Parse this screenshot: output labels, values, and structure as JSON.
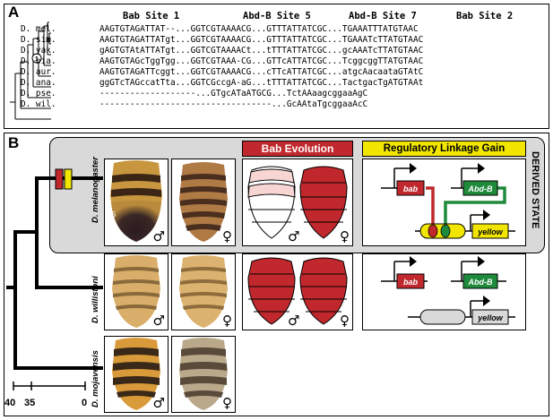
{
  "panelA": {
    "label": "A",
    "headers": [
      "Bab Site 1",
      "Abd-B Site 5",
      "Abd-B Site 7",
      "Bab Site 2"
    ],
    "node_label": "1",
    "species": [
      "D. mel.",
      "D. sim.",
      "D. yak.",
      "D. bia.",
      "D. aur.",
      "D. ana.",
      "D. pse.",
      "D. wil."
    ],
    "sequences": [
      "AAGTGTAGATTAT--...GGTCGTAAAACG...GTTTATTATCGC...TGAAATTTATGTAAC",
      "AAGTGTAGATTATgt...GGTCGTAAAACG...GTTTATTATCGC...TGAAATcTTATGTAAC",
      "gAGTGTAtATTATgt...GGTCGTAAAACt...tTTTATTATCGC...gcAAATcTTATGTAAC",
      "AAGTGTAGcTggTgg...GGTCGTAAA-CG...GTTcATTATCGC...TcggcggTTATGTAAC",
      "AAGTGTAGATTcggt...GGTCGTAAAACG...cTTcATTATCGC...atgcAacaataGTAtC",
      "ggGTcTAGccatTta...GGTCGccgA-aG...tTTTATTATCGC...TactgacTgATGTAAt",
      "-------------------...GTgcATaATGCG...TctAAaagcggaaAgC",
      "----------------------------------...GcAAtaTgcggaaAcC"
    ]
  },
  "panelB": {
    "label": "B",
    "species": [
      "D. melanogaster",
      "D. willistoni",
      "D. mojavensis"
    ],
    "segment_labels": [
      "A5",
      "A6"
    ],
    "bab_evolution_title": "Bab Evolution",
    "linkage_title": "Regulatory Linkage Gain",
    "derived_state": "DERIVED STATE",
    "genes": {
      "bab": "bab",
      "abdb": "Abd-B",
      "yellow": "yellow"
    },
    "male_symbol": "♂",
    "female_symbol": "♀",
    "scale_ticks": [
      "40",
      "35",
      "0"
    ]
  },
  "colors": {
    "bab_red": "#c0282d",
    "abdb_green": "#1f8a3c",
    "yellow": "#f2e600",
    "derived_bg": "#d9d9d9",
    "pale_pink": "#f6d5d3"
  }
}
